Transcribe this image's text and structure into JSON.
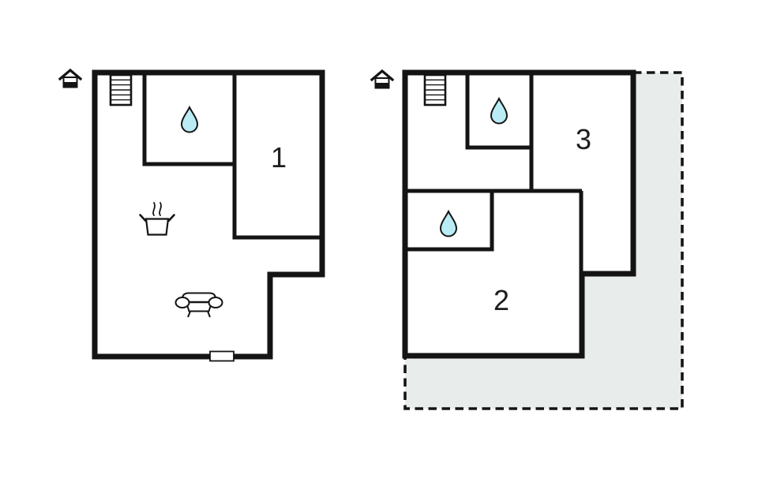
{
  "page": {
    "title": "floor-plan",
    "background": "#ffffff"
  },
  "colors": {
    "wall": "#141414",
    "water_drop": "#b9ecf4",
    "terrace_fill": "#e8edeb",
    "label_text": "#1d1d1b"
  },
  "floors": [
    {
      "name": "floor-plan-left",
      "rooms": [
        {
          "label": "1"
        }
      ],
      "icons": [
        "house-icon",
        "staircase-icon",
        "water-drop-icon",
        "stove-pot-icon",
        "sofa-icon",
        "window-opening-icon"
      ]
    },
    {
      "name": "floor-plan-right",
      "rooms": [
        {
          "label": "3"
        },
        {
          "label": "2"
        }
      ],
      "icons": [
        "house-icon",
        "staircase-icon",
        "water-drop-icon",
        "water-drop-icon"
      ],
      "terrace": {
        "outline": "dashed"
      }
    }
  ]
}
